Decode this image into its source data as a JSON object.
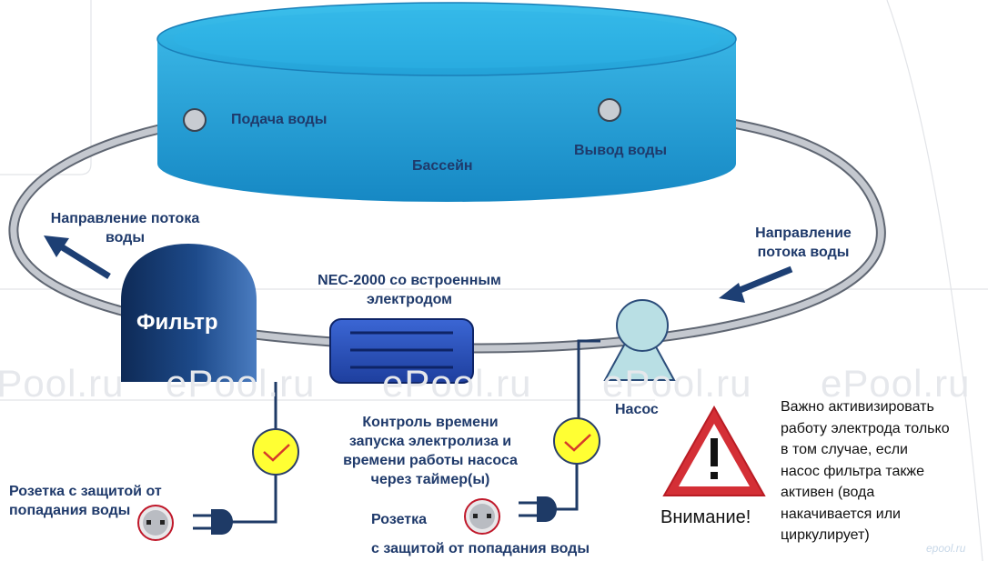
{
  "labels": {
    "water_supply": "Подача воды",
    "pool": "Бассейн",
    "water_outlet": "Вывод воды",
    "flow_direction_left": "Направление потока\nводы",
    "flow_direction_right": "Направление\nпотока воды",
    "filter": "Фильтр",
    "nec_device": "NEC-2000 со встроенным\nэлектродом",
    "pump": "Насос",
    "timer_control": "Контроль времени\nзапуска электролиза и\nвремени работы насоса\nчерез таймер(ы)",
    "socket_left": "Розетка с защитой от\nпопадания воды",
    "socket_right_line1": "Розетка",
    "socket_right_line2": "с защитой от попадания воды",
    "attention": "Внимание!",
    "warning_text": "Важно активизировать\nработу электрода только\nв том случае, если\nнасос фильтра также\nактивен (вода\nнакачивается или\nциркулирует)"
  },
  "watermarks": [
    "ePool.ru",
    "ePool.ru",
    "ePool.ru",
    "ePool.ru",
    "ePool.ru"
  ],
  "logo": "epool.ru",
  "colors": {
    "pool_top": "#2aa6d6",
    "pool_side": "#1e8fc8",
    "filter": "#163a6e",
    "device": "#2a4fb8",
    "pump": "#b9dfe4",
    "timer": "#ffff33",
    "pipe": "#b8bcc4",
    "wire": "#1e3a66",
    "warning": "#c9252c"
  },
  "icons": [
    "warning-triangle-icon",
    "checkmark-icon",
    "plug-icon",
    "socket-icon",
    "arrow-icon"
  ]
}
